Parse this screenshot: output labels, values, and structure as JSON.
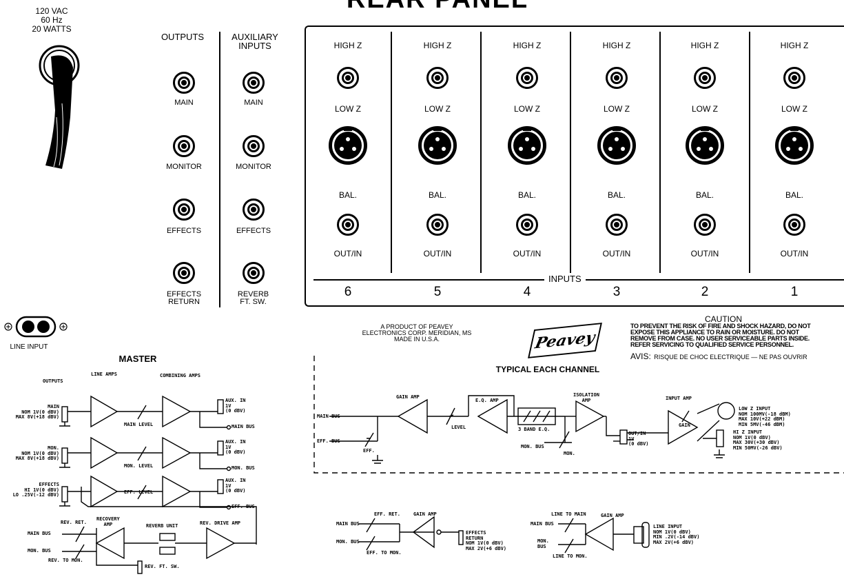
{
  "title": "REAR PANEL",
  "power": {
    "lines": [
      "120 VAC",
      "60 Hz",
      "20 WATTS"
    ]
  },
  "outputs": {
    "header": "OUTPUTS",
    "jacks": [
      "MAIN",
      "MONITOR",
      "EFFECTS",
      "EFFECTS RETURN"
    ]
  },
  "aux_inputs": {
    "header": "AUXILIARY INPUTS",
    "jacks": [
      "MAIN",
      "MONITOR",
      "EFFECTS",
      "REVERB FT. SW."
    ]
  },
  "channels": {
    "labels": {
      "high_z": "HIGH Z",
      "low_z": "LOW Z",
      "bal": "BAL.",
      "out_in": "OUT/IN"
    },
    "inputs_label": "INPUTS",
    "numbers": [
      "6",
      "5",
      "4",
      "3",
      "2",
      "1"
    ]
  },
  "line_input": "LINE INPUT",
  "product": [
    "A PRODUCT OF PEAVEY",
    "ELECTRONICS CORP.   MERIDIAN, MS",
    "MADE IN U.S.A."
  ],
  "logo_text": "Peavey",
  "caution": {
    "title": "CAUTION",
    "lines": [
      "TO PREVENT THE RISK OF FIRE AND SHOCK HAZARD, DO NOT",
      "EXPOSE THIS APPLIANCE TO RAIN OR MOISTURE. DO NOT",
      "REMOVE FROM CASE. NO USER SERVICEABLE PARTS INSIDE.",
      "REFER SERVICING TO QUALIFIED SERVICE PERSONNEL."
    ],
    "avis_label": "AVIS:",
    "avis_text": "RISQUE DE CHOC ELECTRIQUE — NE PAS OUVRIR"
  },
  "master": {
    "title": "MASTER",
    "outputs_label": "OUTPUTS",
    "line_amps": "LINE AMPS",
    "combining_amps": "COMBINING AMPS",
    "main_out": [
      "MAIN",
      "NOM 1V(0 dBV)",
      "MAX 8V(+18 dBV)"
    ],
    "mon_out": [
      "MON.",
      "NOM 1V(0 dBV)",
      "MAX 8V(+18 dBV)"
    ],
    "eff_out": [
      "EFFECTS",
      "HI 1V(0 dBV)",
      "LO .25V(-12 dBV)"
    ],
    "aux_in": [
      "AUX. IN",
      "1V",
      "(0 dBV)"
    ],
    "main_level": "MAIN LEVEL",
    "mon_level": "MON. LEVEL",
    "eff_level": "EFF. LEVEL",
    "main_bus": "MAIN BUS",
    "mon_bus": "MON. BUS",
    "eff_bus": "EFF. BUS",
    "rev_ret": "REV. RET.",
    "recovery_amp": [
      "RECOVERY",
      "AMP"
    ],
    "reverb_unit": "REVERB UNIT",
    "rev_drive_amp": "REV. DRIVE AMP",
    "rev_to_mon": "REV. TO MON.",
    "rev_ft_sw": "REV. FT. SW."
  },
  "channel_diagram": {
    "title": "TYPICAL EACH CHANNEL",
    "gain_amp": "GAIN AMP",
    "eq_amp": "E.Q. AMP",
    "isolation_amp": [
      "ISOLATION",
      "AMP"
    ],
    "input_amp": "INPUT AMP",
    "gain": "GAIN",
    "level": "LEVEL",
    "three_band_eq": "3 BAND E.Q.",
    "main_bus": "MAIN BUS",
    "eff_bus": "EFF. BUS",
    "eff": "EFF.",
    "mon_bus": "MON. BUS",
    "mon": "MON.",
    "out_in": [
      "OUT/IN",
      "1V",
      "(0 dBV)"
    ],
    "low_z_input": [
      "LOW Z INPUT",
      "NOM 100MV(-18 dBM)",
      "MAX 10V(+22 dBM)",
      "MIN 5MV(-46 dBM)"
    ],
    "hi_z_input": [
      "HI Z INPUT",
      "NOM 1V(0 dBV)",
      "MAX 30V(+30 dBV)",
      "MIN 50MV(-26 dBV)"
    ]
  },
  "effects_return": {
    "eff_ret": "EFF. RET.",
    "gain_amp": "GAIN AMP",
    "main_bus": "MAIN BUS",
    "mon_bus": "MON. BUS",
    "eff_to_mon": "EFF. TO MON.",
    "spec": [
      "EFFECTS",
      "RETURN",
      "NOM 1V(0 dBV)",
      "MAX 2V(+6 dBV)"
    ]
  },
  "line_input_diagram": {
    "line_to_main": "LINE TO MAIN",
    "gain_amp": "GAIN AMP",
    "main_bus": "MAIN BUS",
    "mon_bus": [
      "MON.",
      "BUS"
    ],
    "line_to_mon": "LINE TO MON.",
    "spec": [
      "LINE INPUT",
      "NOM 1V(0 dBV)",
      "MIN .2V(-14 dBV)",
      "MAX 2V(+6 dBV)"
    ]
  }
}
